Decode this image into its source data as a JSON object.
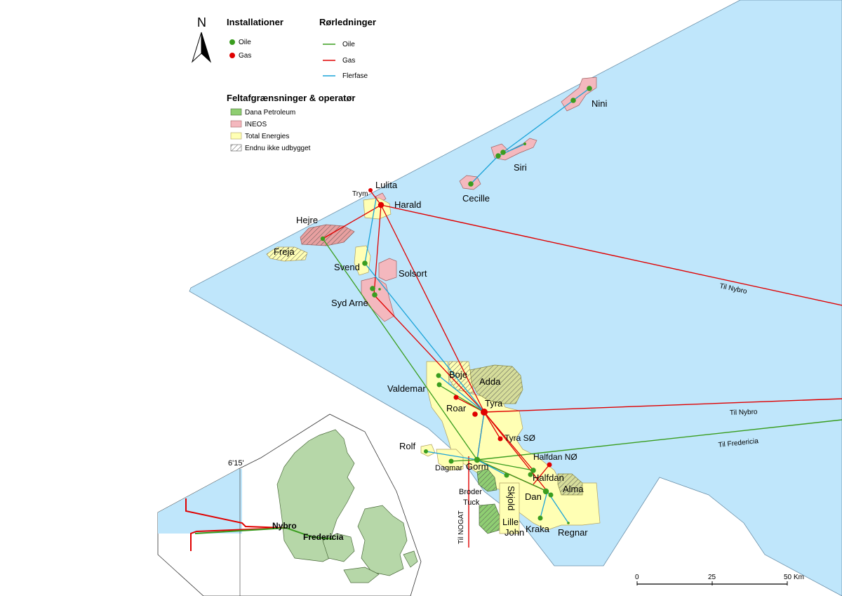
{
  "north": {
    "label": "N"
  },
  "legend": {
    "installations": {
      "title": "Installationer",
      "items": [
        {
          "label": "Oile",
          "color": "#3a9d1f"
        },
        {
          "label": "Gas",
          "color": "#e00000"
        }
      ]
    },
    "pipelines": {
      "title": "Rørledninger",
      "items": [
        {
          "label": "Oile",
          "color": "#3a9d1f"
        },
        {
          "label": "Gas",
          "color": "#e00000"
        },
        {
          "label": "Flerfase",
          "color": "#1aa3d8"
        }
      ]
    },
    "fields": {
      "title": "Feltafgrænsninger & operatør",
      "items": [
        {
          "label": "Dana Petroleum",
          "color": "#8fce72"
        },
        {
          "label": "INEOS",
          "color": "#f4b8be"
        },
        {
          "label": "Total Energies",
          "color": "#ffffb4"
        },
        {
          "label": "Endnu ikke udbygget",
          "color": "hatch"
        }
      ]
    }
  },
  "fields": {
    "lulita": "Lulita",
    "trym": "Trym",
    "harald": "Harald",
    "hejre": "Hejre",
    "freja": "Freja",
    "svend": "Svend",
    "solsort": "Solsort",
    "syd_arne": "Syd Arne",
    "nini": "Nini",
    "siri": "Siri",
    "cecille": "Cecille",
    "valdemar": "Valdemar",
    "boje": "Boje",
    "adda": "Adda",
    "roar": "Roar",
    "tyra": "Tyra",
    "tyra_so": "Tyra SØ",
    "rolf": "Rolf",
    "dagmar": "Dagmar",
    "gorm": "Gorm",
    "halfdan_no": "Halfdan NØ",
    "halfdan": "Halfdan",
    "alma": "Alma",
    "broder_tuck": [
      "Broder",
      "Tuck"
    ],
    "skjold": "Skjold",
    "dan": "Dan",
    "lille_john": [
      "Lille",
      "John"
    ],
    "kraka": "Kraka",
    "regnar": "Regnar"
  },
  "pipeline_labels": {
    "til_nybro_1": "Til Nybro",
    "til_nybro_2": "Til Nybro",
    "til_fredericia": "Til Fredericia",
    "til_nogat": "Til NOGAT"
  },
  "inset": {
    "coord_label": "6'15'",
    "nybro": "Nybro",
    "fredericia": "Fredericia"
  },
  "scale_bar": {
    "ticks": [
      "0",
      "25",
      "50"
    ],
    "unit": "Km"
  },
  "colors": {
    "sea": "#bfe6fb",
    "land": "#b6d7a8",
    "oil": "#3a9d1f",
    "gas": "#e00000",
    "multiphase": "#1aa3d8"
  }
}
